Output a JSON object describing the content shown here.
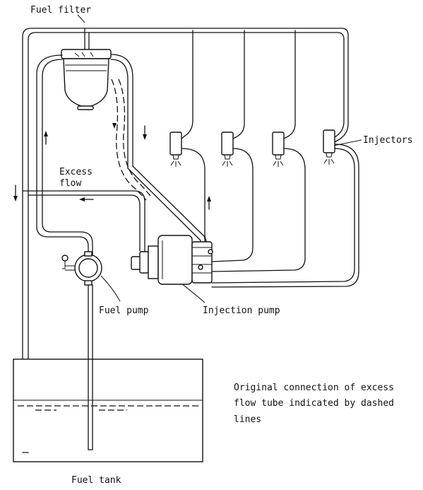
{
  "labels": {
    "fuel_filter": "Fuel filter",
    "injectors": "Injectors",
    "excess_line1": "Excess",
    "excess_line2": "flow",
    "fuel_pump": "Fuel pump",
    "injection_pump": "Injection pump",
    "note_line1": "Original connection of excess",
    "note_line2": "flow tube indicated by dashed",
    "note_line3": "lines",
    "fuel_tank": "Fuel tank"
  }
}
